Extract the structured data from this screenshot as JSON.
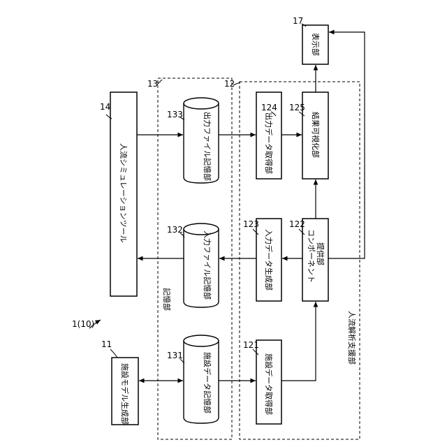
{
  "system_label": "1(10)",
  "group_storage": {
    "number": "13",
    "label": "記憶部"
  },
  "group_support": {
    "number": "12",
    "label": "人流解析支援部"
  },
  "blocks": {
    "facility_model_gen": {
      "number": "11",
      "label": "施設モデル生成部"
    },
    "people_flow_sim": {
      "number": "14",
      "label": "人流シミュレーションツール"
    },
    "display": {
      "number": "17",
      "label": "表示部"
    },
    "facility_data_store": {
      "number": "131",
      "label": "施設データ記憶部"
    },
    "input_file_store": {
      "number": "132",
      "label": "入力ファイル記憶部"
    },
    "output_file_store": {
      "number": "133",
      "label": "出力ファイル記憶部"
    },
    "facility_data_acq": {
      "number": "121",
      "label": "施設データ取得部"
    },
    "input_data_gen": {
      "number": "123",
      "label": "入力データ生成部"
    },
    "output_data_acq": {
      "number": "124",
      "label": "出力データ取得部"
    },
    "component_provider": {
      "number": "122",
      "label_line1": "コンポーネント",
      "label_line2": "提供部"
    },
    "result_visualizer": {
      "number": "125",
      "label": "結果可視化部"
    }
  }
}
